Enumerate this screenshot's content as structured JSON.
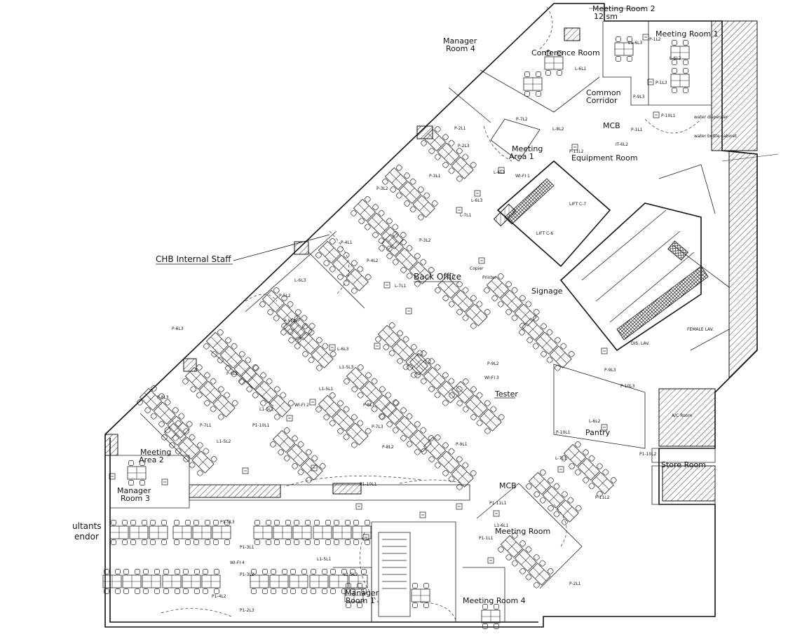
{
  "labels": {
    "meeting_room_2": "Meeting Room 2",
    "meeting_room_2_size": "12 sm",
    "meeting_room_1_top": "Meeting Room 1",
    "manager_room_4": "Manager",
    "manager_room_4_b": "Room 4",
    "conference_room": "Conference Room",
    "common_corridor": "Common",
    "common_corridor_b": "Corridor",
    "mcb_top": "MCB",
    "meeting_area_1": "Meeting",
    "meeting_area_1_b": "Area 1",
    "equipment_room": "Equipment Room",
    "wifi_1": "WI-FI 1",
    "wifi_2": "WI-FI 2",
    "wifi_3": "WI-FI 3",
    "wifi_4": "WI-FI 4",
    "lift_c7": "LIFT C-7",
    "lift_c6": "LIFT C-6",
    "chb_internal_staff": "CHB Internal Staff",
    "back_office": "Back Office",
    "signage": "Signage",
    "copier": "Copier",
    "printer": "Printer",
    "tester": "Tester",
    "pantry": "Pantry",
    "ac_room": "A/C Room",
    "store_room": "Store Room",
    "meeting_area_2": "Meeting",
    "meeting_area_2_b": "Area 2",
    "manager_room_3": "Manager",
    "manager_room_3_b": "Room 3",
    "consultants": "ultants",
    "vendor": "endor",
    "mcb_bottom": "MCB",
    "meeting_room_3": "Meeting Room",
    "manager_room_1": "Manager",
    "manager_room_1_b": "Room 1",
    "meeting_room_4": "Meeting Room 4",
    "water_dispenser": "water dispenser",
    "water_bottle_cabinet": "water bottle cabinet",
    "disabled_wc": "DIS. LAV.",
    "female_lav": "FEMALE LAV."
  },
  "tags": [
    "L1-6L3",
    "P-1L2",
    "L-6L2",
    "P-1L3",
    "P-9L3",
    "P-10L1",
    "L-6L1",
    "P-7L2",
    "P-2L3",
    "L-8L2",
    "P-11L2",
    "IT-6L2",
    "P-1L1",
    "L-6L3",
    "L-6L3",
    "P-3L1",
    "P-2L1",
    "P-3L2",
    "L-7L1",
    "P-4L1",
    "P-3L2",
    "P-4L2",
    "L-7L1",
    "P-5L2",
    "L-6L3",
    "P-5L1",
    "P-6L2",
    "L-6L3",
    "P-8L3",
    "L1-5L3",
    "L1-5L1",
    "L1-5L2",
    "P1-10L1",
    "P-7L1",
    "L1-5L2",
    "P1-10L2",
    "P-6L3",
    "P-7L3",
    "P-8L1",
    "P-9L1",
    "P-9L2",
    "P-8L2",
    "L-7L1",
    "P1-10L1",
    "P1-5L3",
    "P1-3L1",
    "P1-2L3",
    "P1-4L2",
    "L1-5L1",
    "P1-3L2",
    "L1-5L3",
    "L1-6L1",
    "P1-11L1",
    "P-11L2",
    "P1-1L1",
    "P-2L1",
    "P-10L3",
    "L-6L2",
    "P-10L1",
    "P-9L3"
  ],
  "colors": {
    "ink": "#111111",
    "paper": "#ffffff"
  }
}
